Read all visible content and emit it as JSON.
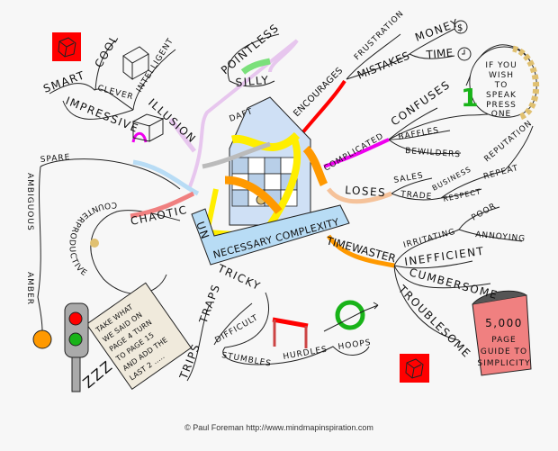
{
  "center": {
    "prefix": "UN",
    "title": "NECESSARY COMPLEXITY"
  },
  "branches": {
    "illusion": {
      "label": "ILLUSION",
      "clever": "CLEVER",
      "smart": "SMART",
      "cool": "COOL",
      "intelligent": "INTELLIGENT",
      "impressive": "IMPRESSIVE"
    },
    "daft": {
      "label": "DAFT",
      "pointless": "POINTLESS",
      "silly": "SILLY"
    },
    "encourages": {
      "label": "ENCOURAGES",
      "frustration": "FRUSTRATION",
      "mistakes": "MISTAKES",
      "money": "MONEY",
      "time": "TIME"
    },
    "complicated": {
      "label": "COMPLICATED",
      "confuses": "CONFUSES",
      "baffles": "BAFFLES",
      "bewilders": "BEWILDERS"
    },
    "bubble": {
      "lines": [
        "IF YOU",
        "WISH",
        "TO",
        "SPEAK",
        "PRESS",
        "ONE"
      ],
      "number": "1"
    },
    "loses": {
      "label": "LOSES",
      "sales": "SALES",
      "trade": "TRADE",
      "business": "BUSINESS",
      "respect": "RESPECT",
      "reputation": "REPUTATION",
      "repeat": "REPEAT"
    },
    "timewaster": {
      "label": "TIMEWASTER",
      "irritating": "IRRITATING",
      "poor": "POOR",
      "annoying": "ANNOYING",
      "inefficient": "INEFFICIENT",
      "cumbersome": "CUMBERSOME",
      "troublesome": "TROUBLESOME"
    },
    "book": {
      "lines": [
        "5,000",
        "PAGE",
        "GUIDE TO",
        "SIMPLICITY"
      ]
    },
    "tricky": {
      "label": "TRICKY",
      "difficult": "DIFFICULT",
      "stumbles": "STUMBLES",
      "hurdles": "HURDLES",
      "hoops": "HOOPS",
      "traps": "TRAPS",
      "trips": "TRIPS"
    },
    "note": {
      "lines": [
        "TAKE WHAT",
        "WE SAID ON",
        "PAGE 4 TURN",
        "TO PAGE 15",
        "AND ADD THE",
        "LAST 2 ....."
      ]
    },
    "sleep": "ZZZ",
    "chaotic": {
      "label": "CHAOTIC",
      "spare": "SPARE",
      "ambiguous": "AMBIGUOUS",
      "amber": "AMBER",
      "counterproductive": "COUNTERPRODUCTIVE"
    }
  },
  "colors": {
    "red_box": "#ff0000",
    "green": "#19b319",
    "yellow": "#ffee00",
    "orange": "#ff9900",
    "blue": "#b8dcf5",
    "magenta": "#ee00ee",
    "book": "#f08080"
  },
  "footer": "© Paul Foreman http://www.mindmapinspiration.com"
}
